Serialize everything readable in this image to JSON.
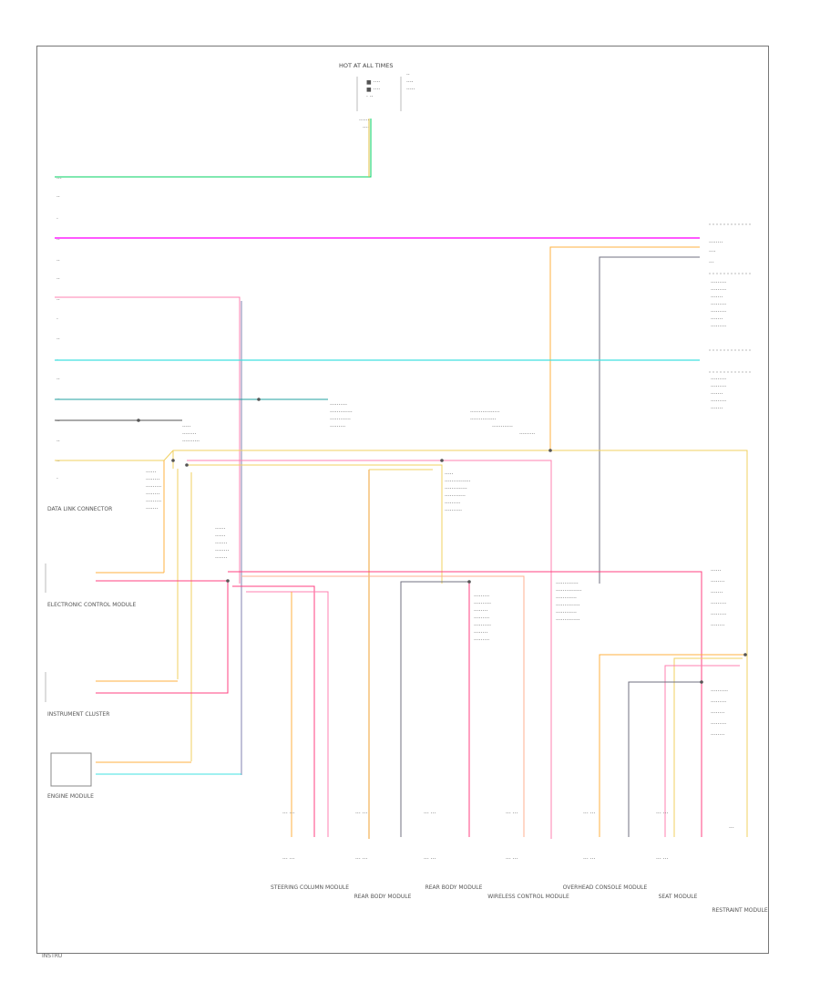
{
  "diagram": {
    "footer_code": "INSTRU",
    "wire_colors": {
      "green": "#00d060",
      "magenta": "#ff20ff",
      "pink": "#ff80b0",
      "red": "#ff4080",
      "cyan": "#40e0e0",
      "teal": "#20a0a0",
      "orange": "#ffb040",
      "yellow": "#f0d060",
      "gray": "#707080",
      "purple": "#8080b0"
    },
    "top_connector": {
      "title": "HOT AT ALL TIMES"
    },
    "bottom_modules": [
      {
        "id": "m1",
        "label": "STEERING COLUMN MODULE"
      },
      {
        "id": "m2",
        "label": "REAR BODY MODULE"
      },
      {
        "id": "m3",
        "label": "REAR BODY MODULE"
      },
      {
        "id": "m4",
        "label": "WIRELESS CONTROL MODULE"
      },
      {
        "id": "m5",
        "label": "OVERHEAD CONSOLE MODULE"
      },
      {
        "id": "m6",
        "label": "SEAT MODULE"
      },
      {
        "id": "m7",
        "label": "RESTRAINT MODULE"
      }
    ],
    "left_modules": [
      {
        "id": "l1",
        "label": "DATA LINK CONNECTOR"
      },
      {
        "id": "l2",
        "label": "ELECTRONIC CONTROL MODULE"
      },
      {
        "id": "l3",
        "label": "INSTRUMENT CLUSTER"
      },
      {
        "id": "l4",
        "label": "ENGINE MODULE"
      }
    ]
  }
}
